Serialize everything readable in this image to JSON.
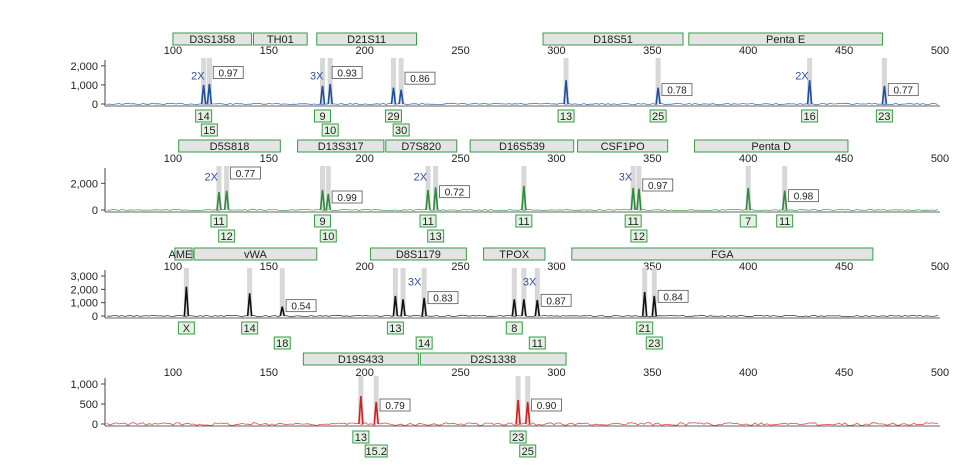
{
  "chart_data": [
    {
      "type": "line",
      "panel": "blue",
      "color": "#1f4fa0",
      "xlim": [
        75,
        500
      ],
      "x_ticks": [
        100,
        150,
        200,
        250,
        300,
        350,
        400,
        450,
        500
      ],
      "y_ticks": [
        0,
        1000,
        2000
      ],
      "y_tick_labels": [
        "0",
        "1,000",
        "2,000"
      ],
      "ylim": [
        0,
        2200
      ],
      "loci": [
        {
          "name": "D3S1358",
          "start": 100,
          "end": 141
        },
        {
          "name": "TH01",
          "start": 142,
          "end": 170
        },
        {
          "name": "D21S11",
          "start": 175,
          "end": 227
        },
        {
          "name": "D18S51",
          "start": 293,
          "end": 366
        },
        {
          "name": "Penta E",
          "start": 369,
          "end": 470
        }
      ],
      "peaks": [
        {
          "x": 116,
          "height": 1000
        },
        {
          "x": 119,
          "height": 1050
        },
        {
          "x": 178,
          "height": 950
        },
        {
          "x": 182,
          "height": 1050
        },
        {
          "x": 215,
          "height": 850
        },
        {
          "x": 219,
          "height": 750
        },
        {
          "x": 305,
          "height": 1250
        },
        {
          "x": 353,
          "height": 850
        },
        {
          "x": 432,
          "height": 1250
        },
        {
          "x": 471,
          "height": 950
        }
      ],
      "ratios": [
        {
          "label": "0.97",
          "x": 121,
          "y": 1600
        },
        {
          "label": "0.93",
          "x": 183,
          "y": 1600
        },
        {
          "label": "0.86",
          "x": 221,
          "y": 1300
        },
        {
          "label": "0.78",
          "x": 355,
          "y": 700
        },
        {
          "label": "0.77",
          "x": 473,
          "y": 700
        }
      ],
      "multipliers": [
        {
          "label": "2X",
          "x": 113,
          "y": 1500
        },
        {
          "label": "3X",
          "x": 175,
          "y": 1500
        },
        {
          "label": "2X",
          "x": 428,
          "y": 1500
        }
      ],
      "alleles_row1": [
        {
          "label": "14",
          "x": 116
        },
        {
          "label": "9",
          "x": 178
        },
        {
          "label": "29",
          "x": 215
        },
        {
          "label": "13",
          "x": 305
        },
        {
          "label": "25",
          "x": 353
        },
        {
          "label": "16",
          "x": 432
        },
        {
          "label": "23",
          "x": 471
        }
      ],
      "alleles_row2": [
        {
          "label": "15",
          "x": 119
        },
        {
          "label": "10",
          "x": 182
        },
        {
          "label": "30",
          "x": 219
        }
      ]
    },
    {
      "type": "line",
      "panel": "green",
      "color": "#2e8b3a",
      "xlim": [
        75,
        500
      ],
      "x_ticks": [
        100,
        150,
        200,
        250,
        300,
        350,
        400,
        450,
        500
      ],
      "y_ticks": [
        0,
        2000
      ],
      "y_tick_labels": [
        "0",
        "2,000"
      ],
      "ylim": [
        0,
        3000
      ],
      "loci": [
        {
          "name": "D5S818",
          "start": 103,
          "end": 156
        },
        {
          "name": "D13S317",
          "start": 165,
          "end": 210
        },
        {
          "name": "D7S820",
          "start": 211,
          "end": 248
        },
        {
          "name": "D16S539",
          "start": 255,
          "end": 309
        },
        {
          "name": "CSF1PO",
          "start": 311,
          "end": 358
        },
        {
          "name": "Penta D",
          "start": 372,
          "end": 452
        }
      ],
      "peaks": [
        {
          "x": 124,
          "height": 1350
        },
        {
          "x": 128,
          "height": 1450
        },
        {
          "x": 178,
          "height": 1500
        },
        {
          "x": 181,
          "height": 1200
        },
        {
          "x": 233,
          "height": 1500
        },
        {
          "x": 237,
          "height": 1700
        },
        {
          "x": 283,
          "height": 1800
        },
        {
          "x": 340,
          "height": 1650
        },
        {
          "x": 343,
          "height": 1600
        },
        {
          "x": 400,
          "height": 1650
        },
        {
          "x": 419,
          "height": 1450
        }
      ],
      "ratios": [
        {
          "label": "0.77",
          "x": 130,
          "y": 2700
        },
        {
          "label": "0.99",
          "x": 183,
          "y": 900
        },
        {
          "label": "0.72",
          "x": 239,
          "y": 1300
        },
        {
          "label": "0.97",
          "x": 345,
          "y": 1800
        },
        {
          "label": "0.98",
          "x": 421,
          "y": 1000
        }
      ],
      "multipliers": [
        {
          "label": "2X",
          "x": 120,
          "y": 2500
        },
        {
          "label": "2X",
          "x": 229,
          "y": 2500
        },
        {
          "label": "3X",
          "x": 336,
          "y": 2500
        }
      ],
      "alleles_row1": [
        {
          "label": "11",
          "x": 124
        },
        {
          "label": "9",
          "x": 178
        },
        {
          "label": "11",
          "x": 233
        },
        {
          "label": "11",
          "x": 283
        },
        {
          "label": "11",
          "x": 340
        },
        {
          "label": "7",
          "x": 400
        },
        {
          "label": "11",
          "x": 419
        }
      ],
      "alleles_row2": [
        {
          "label": "12",
          "x": 128
        },
        {
          "label": "10",
          "x": 181
        },
        {
          "label": "13",
          "x": 237
        },
        {
          "label": "12",
          "x": 343
        }
      ]
    },
    {
      "type": "line",
      "panel": "black",
      "color": "#111111",
      "xlim": [
        75,
        500
      ],
      "x_ticks": [
        100,
        150,
        200,
        250,
        300,
        350,
        400,
        450,
        500
      ],
      "y_ticks": [
        0,
        1000,
        2000,
        3000
      ],
      "y_tick_labels": [
        "0",
        "1,000",
        "2,000",
        "3,000"
      ],
      "ylim": [
        0,
        3300
      ],
      "loci": [
        {
          "name": "AMEL",
          "start": 101,
          "end": 110
        },
        {
          "name": "vWA",
          "start": 111,
          "end": 175
        },
        {
          "name": "D8S1179",
          "start": 203,
          "end": 253
        },
        {
          "name": "TPOX",
          "start": 262,
          "end": 294
        },
        {
          "name": "FGA",
          "start": 308,
          "end": 465
        }
      ],
      "peaks": [
        {
          "x": 107,
          "height": 2200
        },
        {
          "x": 140,
          "height": 1700
        },
        {
          "x": 157,
          "height": 700
        },
        {
          "x": 216,
          "height": 1500
        },
        {
          "x": 220,
          "height": 1250
        },
        {
          "x": 231,
          "height": 1350
        },
        {
          "x": 278,
          "height": 1250
        },
        {
          "x": 283,
          "height": 1250
        },
        {
          "x": 290,
          "height": 1200
        },
        {
          "x": 346,
          "height": 1800
        },
        {
          "x": 351,
          "height": 1500
        }
      ],
      "ratios": [
        {
          "label": "0.54",
          "x": 159,
          "y": 700
        },
        {
          "label": "0.83",
          "x": 233,
          "y": 1300
        },
        {
          "label": "0.87",
          "x": 292,
          "y": 1100
        },
        {
          "label": "0.84",
          "x": 353,
          "y": 1400
        }
      ],
      "multipliers": [
        {
          "label": "3X",
          "x": 226,
          "y": 2600
        },
        {
          "label": "3X",
          "x": 286,
          "y": 2600
        }
      ],
      "alleles_row1": [
        {
          "label": "X",
          "x": 107
        },
        {
          "label": "14",
          "x": 140
        },
        {
          "label": "13",
          "x": 216
        },
        {
          "label": "8",
          "x": 278
        },
        {
          "label": "21",
          "x": 346
        }
      ],
      "alleles_row2": [
        {
          "label": "18",
          "x": 157
        },
        {
          "label": "14",
          "x": 231
        },
        {
          "label": "11",
          "x": 290
        },
        {
          "label": "23",
          "x": 351
        }
      ]
    },
    {
      "type": "line",
      "panel": "red",
      "color": "#d42020",
      "xlim": [
        75,
        500
      ],
      "x_ticks": [
        100,
        150,
        200,
        250,
        300,
        350,
        400,
        450,
        500
      ],
      "y_ticks": [
        0,
        500,
        1000
      ],
      "y_tick_labels": [
        "0",
        "500",
        "1,000"
      ],
      "ylim": [
        0,
        1100
      ],
      "loci": [
        {
          "name": "D19S433",
          "start": 168,
          "end": 228
        },
        {
          "name": "D2S1338",
          "start": 229,
          "end": 305
        }
      ],
      "peaks": [
        {
          "x": 198,
          "height": 700
        },
        {
          "x": 206,
          "height": 550
        },
        {
          "x": 280,
          "height": 600
        },
        {
          "x": 285,
          "height": 550
        }
      ],
      "ratios": [
        {
          "label": "0.79",
          "x": 208,
          "y": 450
        },
        {
          "label": "0.90",
          "x": 287,
          "y": 450
        }
      ],
      "multipliers": [],
      "alleles_row1": [
        {
          "label": "13",
          "x": 198
        },
        {
          "label": "23",
          "x": 280
        }
      ],
      "alleles_row2": [
        {
          "label": "15.2",
          "x": 206
        },
        {
          "label": "25",
          "x": 285
        }
      ]
    }
  ]
}
